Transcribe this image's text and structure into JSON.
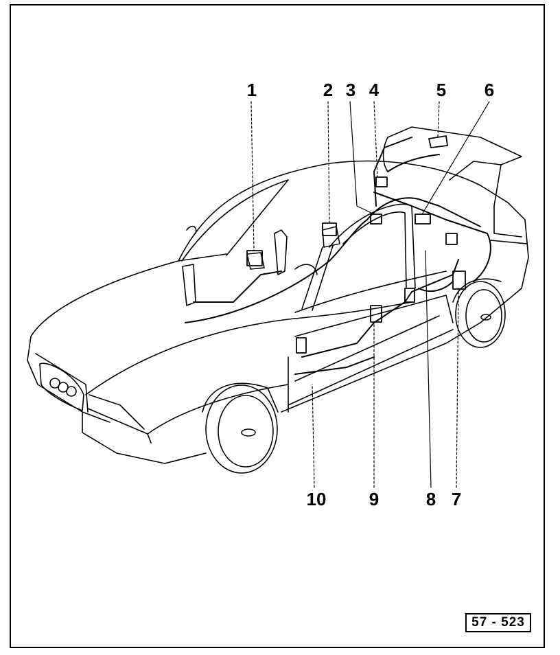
{
  "diagram": {
    "callouts": [
      {
        "id": "c1",
        "text": "1"
      },
      {
        "id": "c2",
        "text": "2"
      },
      {
        "id": "c3",
        "text": "3"
      },
      {
        "id": "c4",
        "text": "4"
      },
      {
        "id": "c5",
        "text": "5"
      },
      {
        "id": "c6",
        "text": "6"
      },
      {
        "id": "c7",
        "text": "7"
      },
      {
        "id": "c8",
        "text": "8"
      },
      {
        "id": "c9",
        "text": "9"
      },
      {
        "id": "c10",
        "text": "10"
      }
    ],
    "figure_ref": "57 - 523",
    "colors": {
      "ink": "#000000",
      "paper": "#ffffff"
    }
  }
}
